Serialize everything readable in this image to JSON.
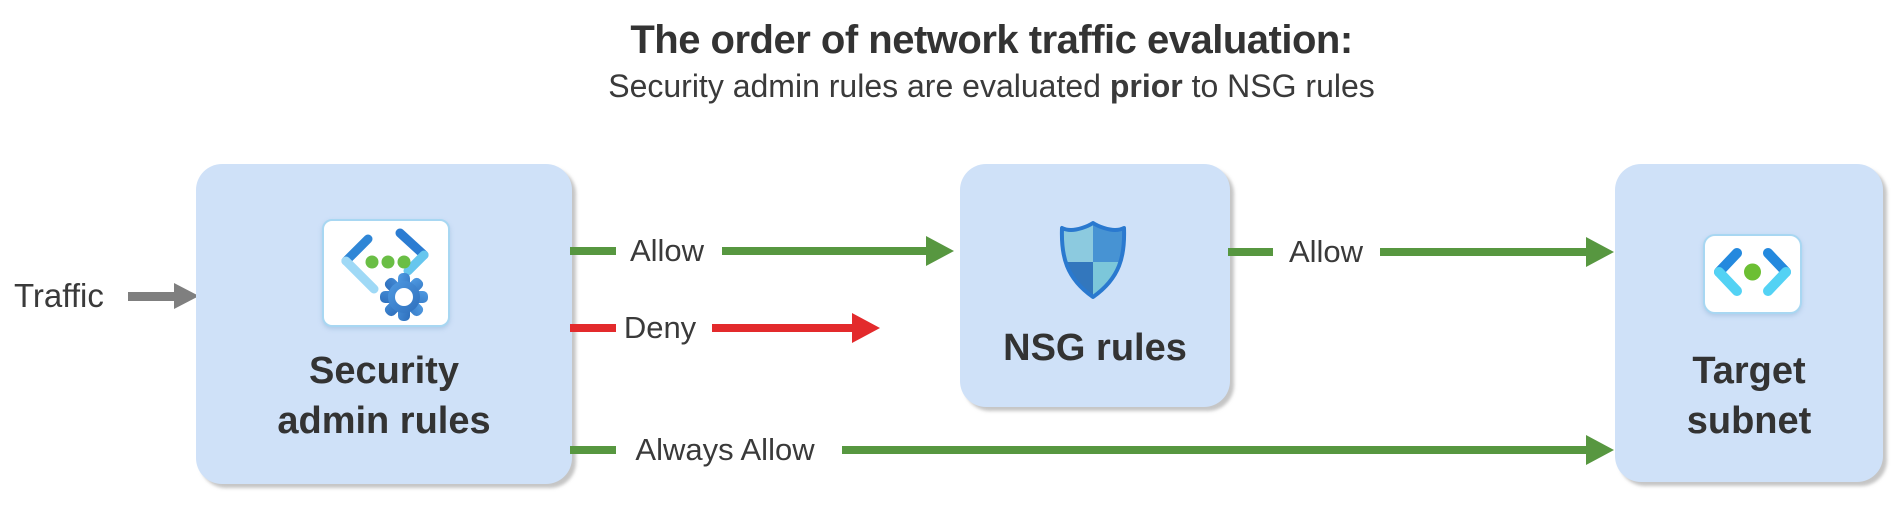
{
  "title": "The order of network traffic evaluation:",
  "subtitle": {
    "pre": "Security admin rules are evaluated ",
    "bold": "prior",
    "post": " to NSG rules"
  },
  "traffic": {
    "label": "Traffic"
  },
  "arrows": {
    "allow_to_nsg": {
      "label": "Allow",
      "result": "allow"
    },
    "deny": {
      "label": "Deny",
      "result": "deny"
    },
    "allow_to_target": {
      "label": "Allow",
      "result": "allow"
    },
    "always_allow": {
      "label": "Always Allow",
      "result": "allow"
    }
  },
  "nodes": {
    "security": {
      "line1": "Security",
      "line2": "admin rules",
      "icon": "network-manager-gear-icon"
    },
    "nsg": {
      "label": "NSG rules",
      "icon": "security-shield-icon"
    },
    "target": {
      "line1": "Target",
      "line2": "subnet",
      "icon": "subnet-code-icon"
    }
  },
  "colors": {
    "allow-green": "#579740",
    "deny-red": "#e32a2c",
    "traffic-gray": "#7f7f7f",
    "node-fill": "#cfe1f8",
    "title-dark": "#333333",
    "text-dark": "#3a3a3a",
    "label-dark": "#333333"
  }
}
